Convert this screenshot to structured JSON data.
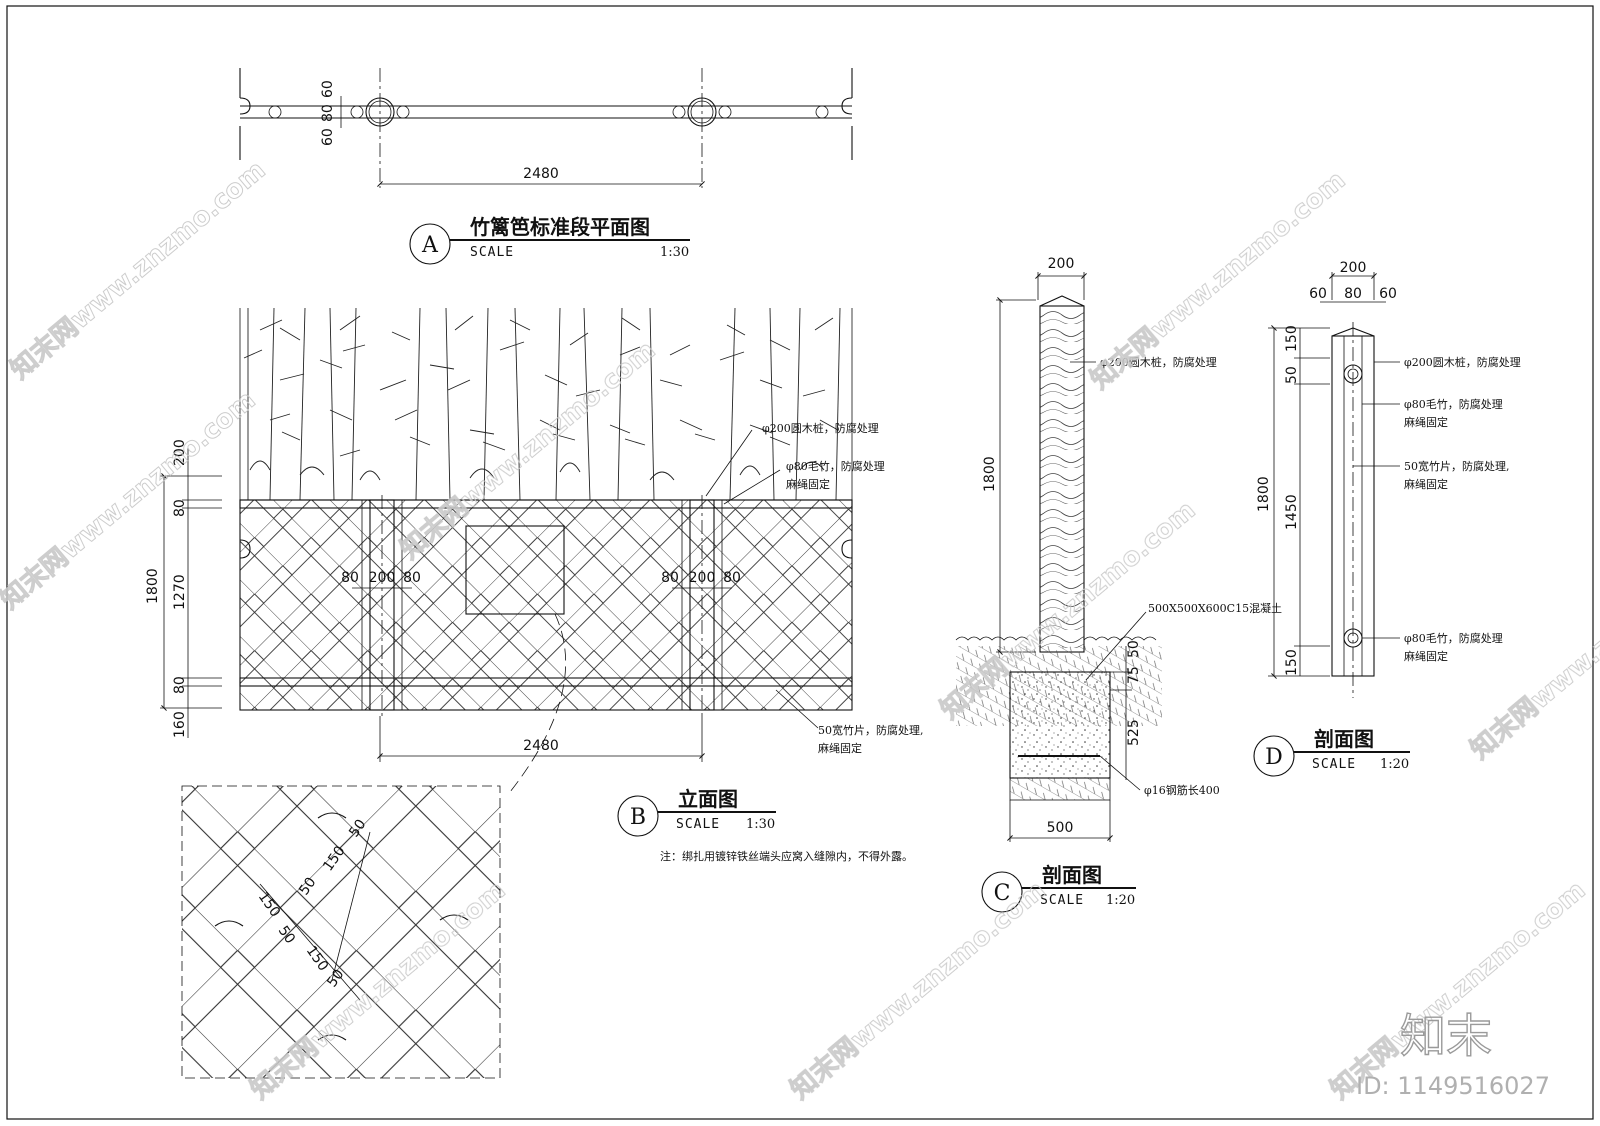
{
  "watermark": {
    "text": "知末网www.znzmo.com",
    "brand": "知末",
    "id": "ID: 1149516027"
  },
  "plan_a": {
    "circle": "A",
    "title": "竹篱笆标准段平面图",
    "scale_label": "SCALE",
    "ratio": "1:30",
    "dims": {
      "span": "2480",
      "d1": "60",
      "d2": "80",
      "d3": "60"
    }
  },
  "elevation_b": {
    "circle": "B",
    "title": "立面图",
    "scale_label": "SCALE",
    "ratio": "1:30",
    "note": "注：绑扎用镀锌铁丝端头应窝入缝隙内，不得外露。",
    "dims": {
      "total_h": "1800",
      "top": "200",
      "rail1": "80",
      "mid": "1270",
      "rail2": "80",
      "bottom": "160",
      "span": "2480",
      "post_l": [
        "80",
        "200",
        "80"
      ],
      "post_r": [
        "80",
        "200",
        "80"
      ]
    },
    "labels": {
      "post": "φ200圆木桩，防腐处理",
      "bamboo_a": "φ80毛竹，防腐处理",
      "bamboo_b": "麻绳固定",
      "strip_a": "50宽竹片，防腐处理,",
      "strip_b": "麻绳固定"
    }
  },
  "detail": {
    "dims": [
      "50",
      "150",
      "50",
      "150",
      "50",
      "150",
      "50"
    ]
  },
  "section_c": {
    "circle": "C",
    "title": "剖面图",
    "scale_label": "SCALE",
    "ratio": "1:20",
    "dims": {
      "top": "200",
      "height": "1800",
      "d50": "50",
      "d75": "75",
      "d525": "525",
      "base": "500"
    },
    "labels": {
      "post": "φ200圆木桩，防腐处理",
      "concrete": "500X500X600C15混凝土",
      "rebar": "φ16钢筋长400"
    }
  },
  "section_d": {
    "circle": "D",
    "title": "剖面图",
    "scale_label": "SCALE",
    "ratio": "1:20",
    "dims": {
      "w": "200",
      "l": "60",
      "m": "80",
      "r": "60",
      "height": "1800",
      "top": "150",
      "d50": "50",
      "mid": "1450",
      "bottom": "150"
    },
    "labels": {
      "post": "φ200圆木桩，防腐处理",
      "bamboo_a": "φ80毛竹，防腐处理",
      "bamboo_b": "麻绳固定",
      "strip_a": "50宽竹片，防腐处理,",
      "strip_b": "麻绳固定",
      "bamboo2_a": "φ80毛竹，防腐处理",
      "bamboo2_b": "麻绳固定"
    }
  }
}
